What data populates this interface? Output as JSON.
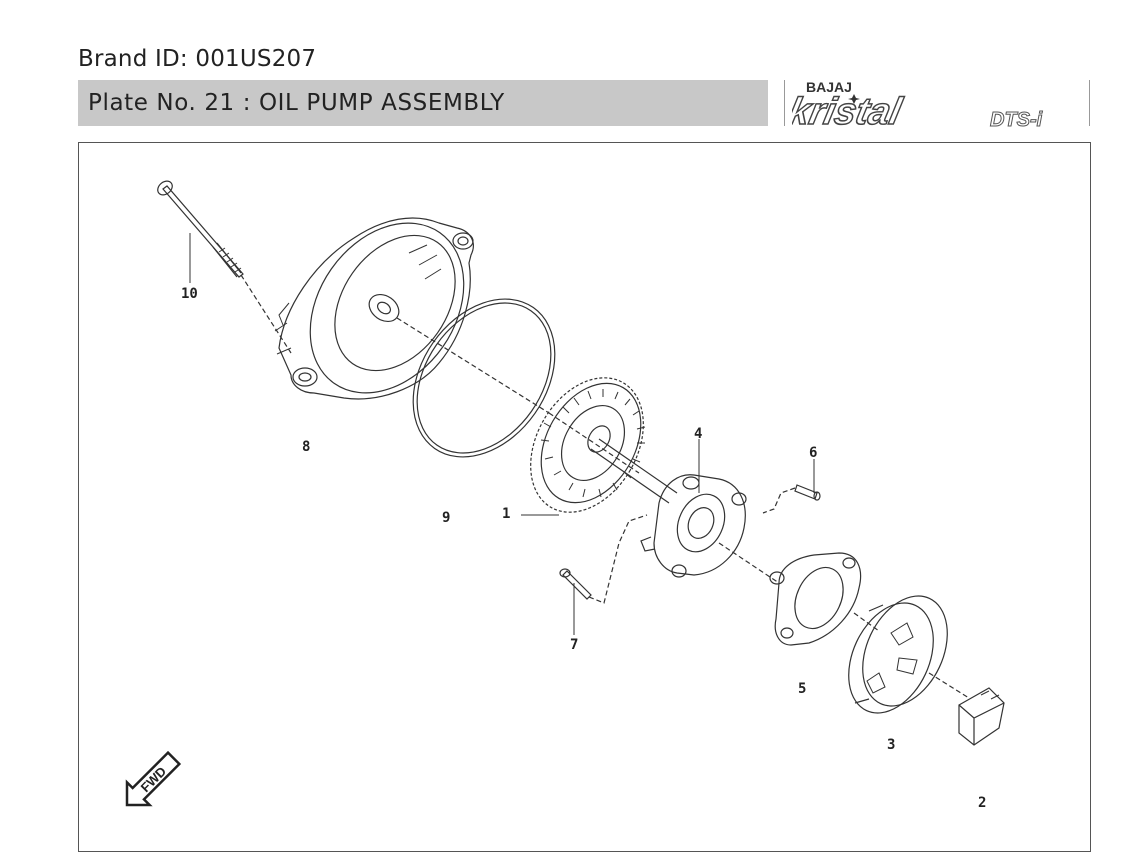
{
  "header": {
    "brand_id": "Brand ID: 001US207",
    "plate_title": "Plate No. 21  : OIL PUMP ASSEMBLY"
  },
  "logo": {
    "maker": "BAJAJ",
    "model": "kristal",
    "variant": "DTS-i"
  },
  "diagram": {
    "callouts": [
      "10",
      "8",
      "9",
      "1",
      "4",
      "6",
      "7",
      "5",
      "3",
      "2"
    ],
    "fwd_label": "FWD"
  },
  "colors": {
    "header_bar": "#c8c8c8",
    "line_art": "#333333"
  }
}
